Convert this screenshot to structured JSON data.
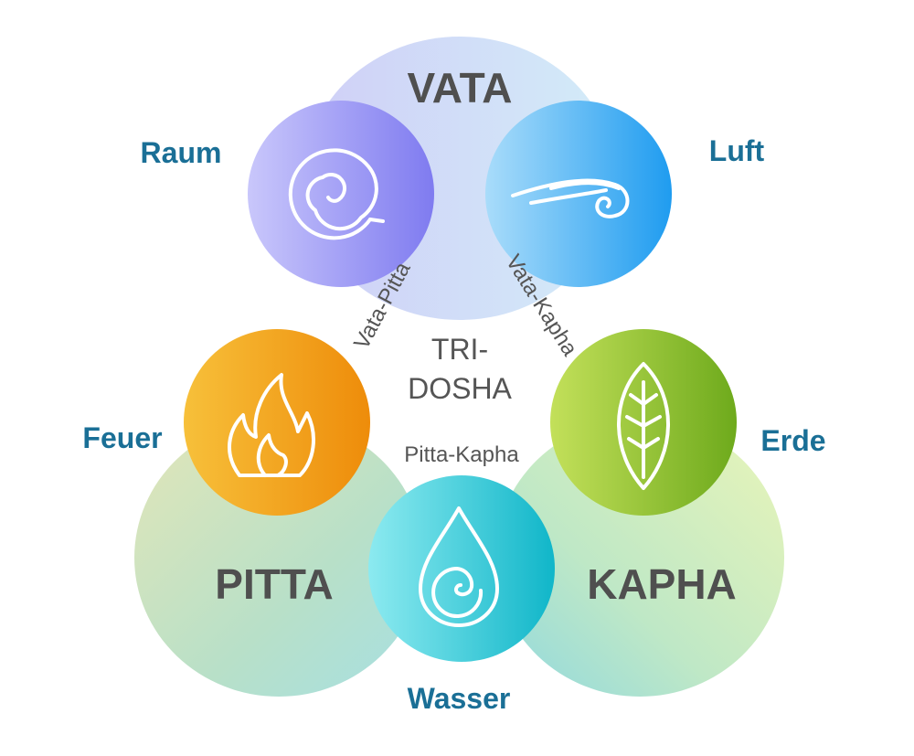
{
  "doshas": {
    "vata": "VATA",
    "pitta": "PITTA",
    "kapha": "KAPHA"
  },
  "center": {
    "line1": "TRI-",
    "line2": "DOSHA"
  },
  "pairs": {
    "vata_pitta": "Vata-Pitta",
    "vata_kapha": "Vata-Kapha",
    "pitta_kapha": "Pitta-Kapha"
  },
  "elements": {
    "space": {
      "label": "Raum",
      "icon": "spiral-icon"
    },
    "air": {
      "label": "Luft",
      "icon": "wind-icon"
    },
    "fire": {
      "label": "Feuer",
      "icon": "flame-icon"
    },
    "earth": {
      "label": "Erde",
      "icon": "leaf-icon"
    },
    "water": {
      "label": "Wasser",
      "icon": "water-drop-icon"
    }
  },
  "colors": {
    "vata_blob": "#d6d9f8",
    "pitta_blob": "#c6e3c0",
    "kapha_blob": "#cfeec8",
    "space": "#8a86f2",
    "air": "#2ea4f2",
    "fire": "#f3a01a",
    "earth": "#8cc03a",
    "water": "#22c2d4",
    "element_label": "#1a6f96",
    "dosha_label": "#4f4f4f"
  }
}
